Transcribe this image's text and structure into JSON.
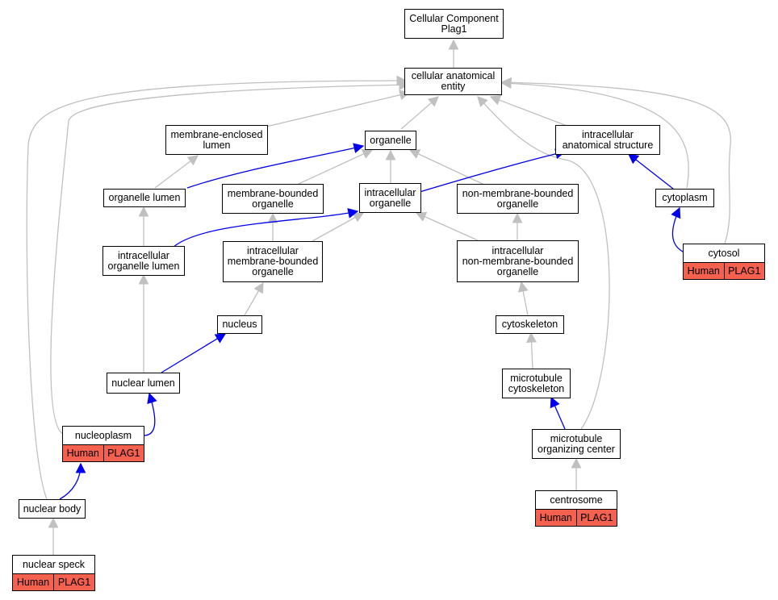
{
  "nodes": {
    "root": [
      "Cellular Component",
      "Plag1"
    ],
    "cae": [
      "cellular anatomical",
      "entity"
    ],
    "mel": [
      "membrane-enclosed",
      "lumen"
    ],
    "organelle": [
      "organelle"
    ],
    "ias": [
      "intracellular",
      "anatomical structure"
    ],
    "olumen": [
      "organelle lumen"
    ],
    "mbo": [
      "membrane-bounded",
      "organelle"
    ],
    "iorg": [
      "intracellular",
      "organelle"
    ],
    "nmbo": [
      "non-membrane-bounded",
      "organelle"
    ],
    "cytoplasm": [
      "cytoplasm"
    ],
    "iol": [
      "intracellular",
      "organelle lumen"
    ],
    "imbo": [
      "intracellular",
      "membrane-bounded",
      "organelle"
    ],
    "inmbo": [
      "intracellular",
      "non-membrane-bounded",
      "organelle"
    ],
    "cytosol": [
      "cytosol"
    ],
    "nucleus": [
      "nucleus"
    ],
    "cytoskeleton": [
      "cytoskeleton"
    ],
    "nlumen": [
      "nuclear lumen"
    ],
    "mtcyto": [
      "microtubule",
      "cytoskeleton"
    ],
    "nucleoplasm": [
      "nucleoplasm"
    ],
    "mtoc": [
      "microtubule",
      "organizing center"
    ],
    "nbody": [
      "nuclear body"
    ],
    "centrosome": [
      "centrosome"
    ],
    "nspeck": [
      "nuclear speck"
    ]
  },
  "annotations": {
    "cytosol": [
      "Human",
      "PLAG1"
    ],
    "nucleoplasm": [
      "Human",
      "PLAG1"
    ],
    "centrosome": [
      "Human",
      "PLAG1"
    ],
    "nspeck": [
      "Human",
      "PLAG1"
    ]
  },
  "colors": {
    "is_a_edge": "#c0c0c0",
    "part_of_edge": "#0000ee",
    "annotation_fill": "#f4614f"
  }
}
